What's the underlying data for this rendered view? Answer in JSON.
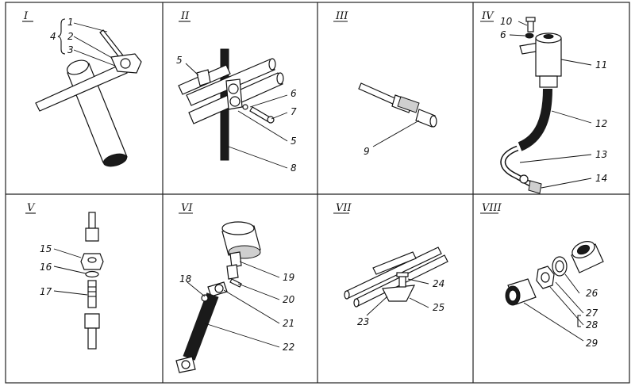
{
  "panels": {
    "p1": {
      "roman": "I",
      "labels": {
        "n1": "1",
        "n2": "2",
        "n3": "3",
        "n4": "4"
      }
    },
    "p2": {
      "roman": "II",
      "labels": {
        "n5a": "5",
        "n6": "6",
        "n7": "7",
        "n5b": "5",
        "n8": "8"
      }
    },
    "p3": {
      "roman": "III",
      "labels": {
        "n9": "9"
      }
    },
    "p4": {
      "roman": "IV",
      "labels": {
        "n10": "10",
        "n6": "6",
        "n11": "11",
        "n12": "12",
        "n13": "13",
        "n14": "14"
      }
    },
    "p5": {
      "roman": "V",
      "labels": {
        "n15": "15",
        "n16": "16",
        "n17": "17"
      }
    },
    "p6": {
      "roman": "VI",
      "labels": {
        "n18": "18",
        "n19": "19",
        "n20": "20",
        "n21": "21",
        "n22": "22"
      }
    },
    "p7": {
      "roman": "VII",
      "labels": {
        "n24": "24",
        "n23": "23",
        "n25": "25"
      }
    },
    "p8": {
      "roman": "VIII",
      "labels": {
        "n26": "26",
        "n27": "27",
        "n28": "28",
        "n29": "29"
      }
    }
  }
}
